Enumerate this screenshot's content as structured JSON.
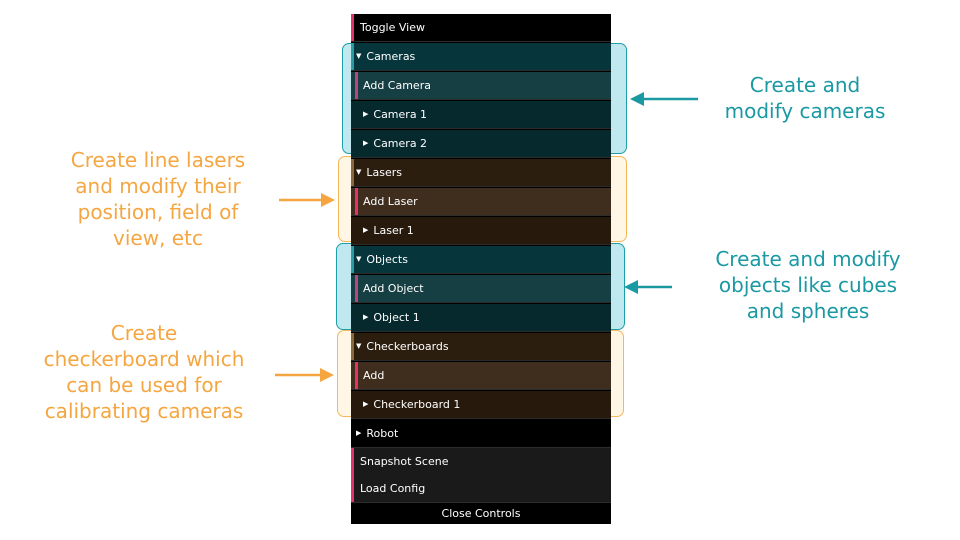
{
  "panel": {
    "toggle_view": "Toggle View",
    "cameras": {
      "folder": "Cameras",
      "add": "Add Camera",
      "items": [
        "Camera 1",
        "Camera 2"
      ]
    },
    "lasers": {
      "folder": "Lasers",
      "add": "Add Laser",
      "items": [
        "Laser 1"
      ]
    },
    "objects": {
      "folder": "Objects",
      "add": "Add Object",
      "items": [
        "Object 1"
      ]
    },
    "checkerboards": {
      "folder": "Checkerboards",
      "add": "Add",
      "items": [
        "Checkerboard 1"
      ]
    },
    "robot": "Robot",
    "snapshot_scene": "Snapshot Scene",
    "load_config": "Load Config",
    "close_controls": "Close Controls",
    "icons": {
      "expanded": "triangle-down-icon",
      "collapsed": "triangle-right-icon"
    }
  },
  "annotations": {
    "cameras": [
      "Create and",
      "modify cameras"
    ],
    "lasers": [
      "Create line lasers",
      "and modify their",
      "position, field of",
      "view, etc"
    ],
    "objects": [
      "Create and modify",
      "objects like cubes",
      "and spheres"
    ],
    "checkerboards": [
      "Create",
      "checkerboard which",
      "can be used for",
      "calibrating cameras"
    ]
  },
  "colors": {
    "annotation_teal": "#1a99a3",
    "annotation_orange": "#f5a640",
    "button_marker": "#e6316b",
    "folder_marker_teal": "#2a9aa3",
    "folder_marker_brown": "#8a6a3a",
    "add_marker": "#b8457f"
  }
}
